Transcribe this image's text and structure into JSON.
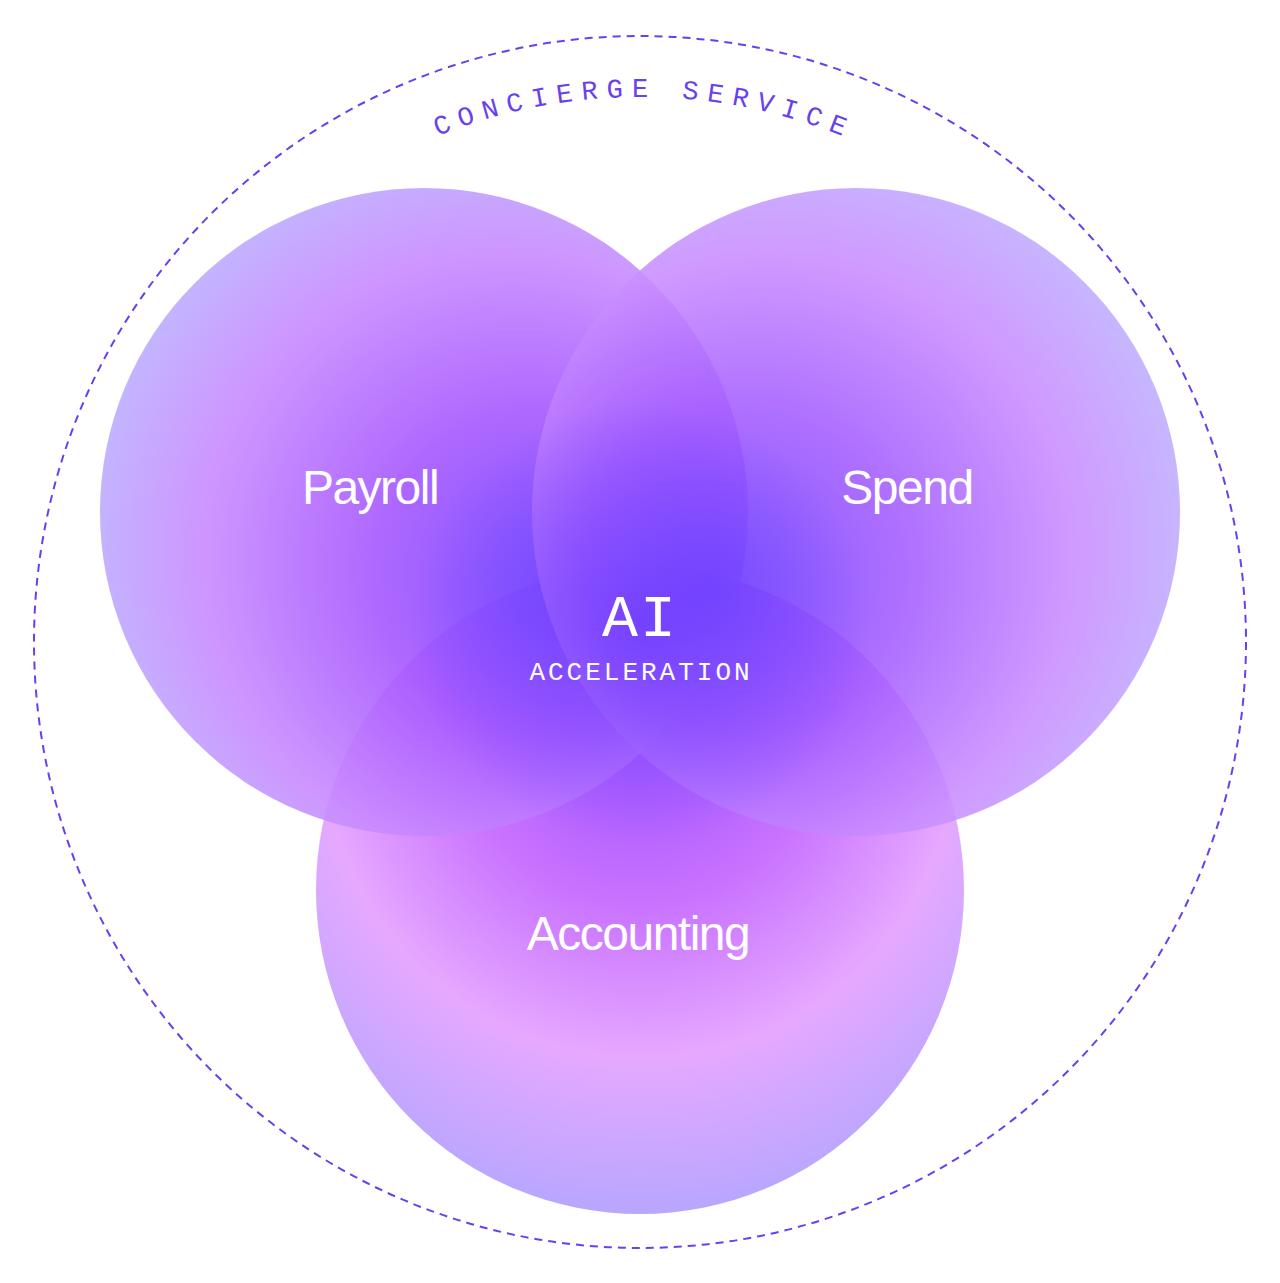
{
  "diagram": {
    "nodes": [
      {
        "text": [
          "CONCIERGE SERVICE"
        ]
      },
      {
        "text": [
          "Payroll"
        ],
        "in": 0
      },
      {
        "text": [
          "Spend"
        ],
        "in": 0
      },
      {
        "text": [
          "Accounting"
        ],
        "in": 0
      }
    ],
    "labels": [
      "AI",
      "ACCELERATION"
    ]
  }
}
